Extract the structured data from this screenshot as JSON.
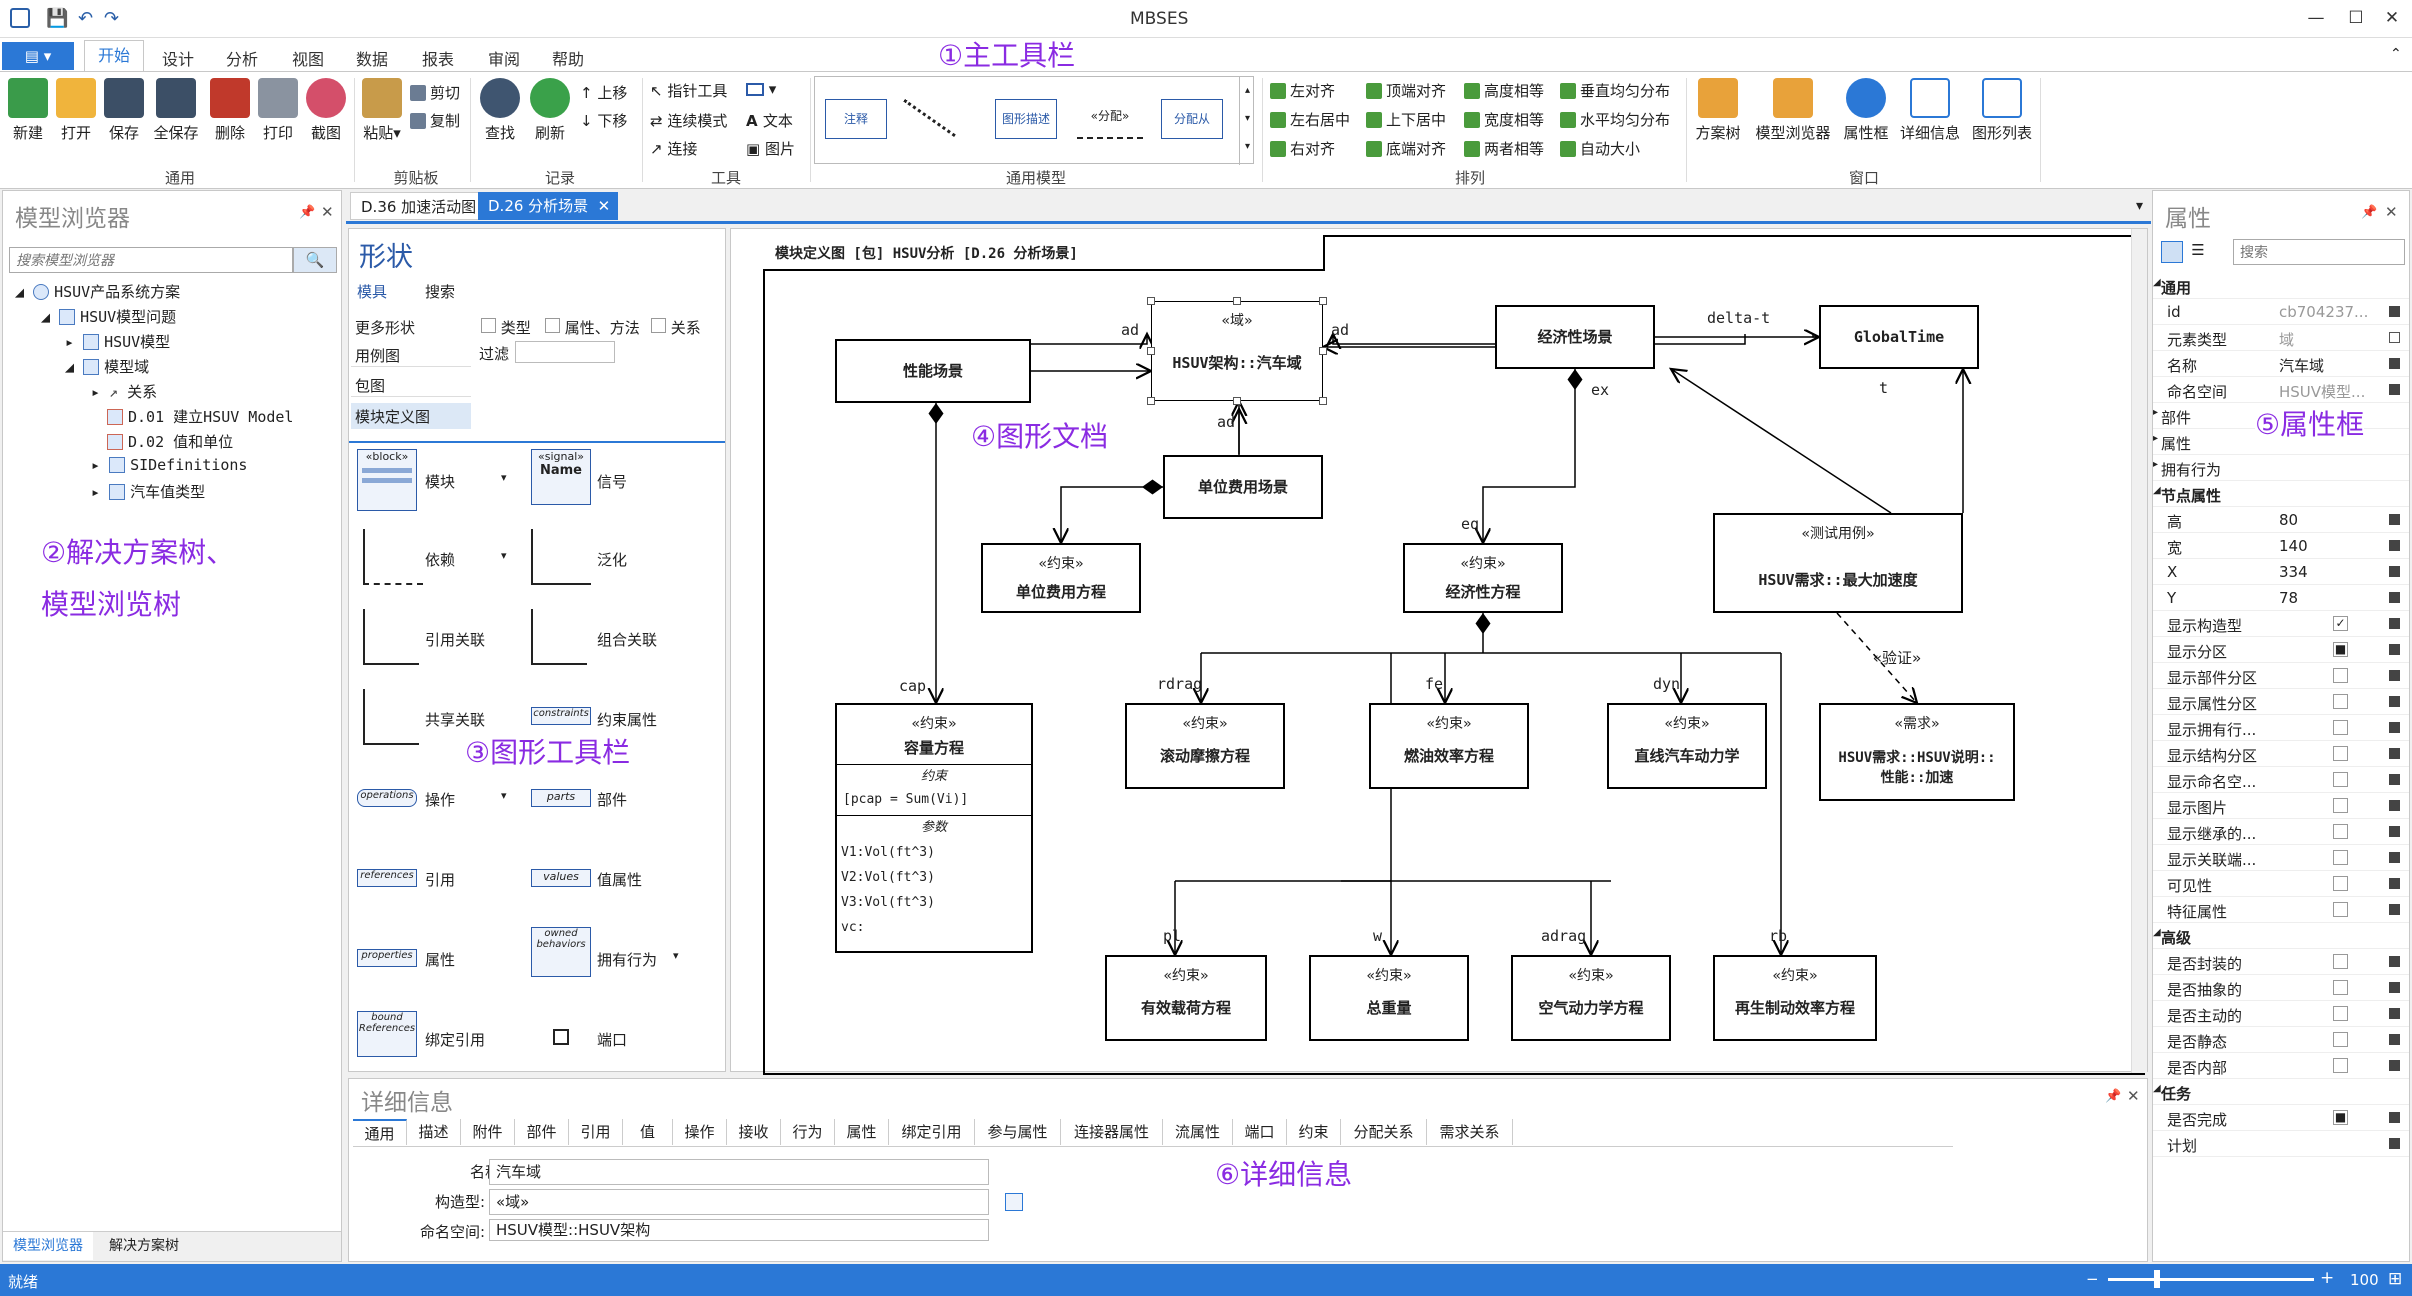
{
  "window": {
    "title": "MBSES"
  },
  "menu": {
    "file": "",
    "tabs": [
      "开始",
      "设计",
      "分析",
      "视图",
      "数据",
      "报表",
      "审阅",
      "帮助"
    ]
  },
  "ribbon": {
    "general": {
      "buttons": [
        "新建",
        "打开",
        "保存",
        "全保存",
        "删除",
        "打印",
        "截图"
      ],
      "group": "通用"
    },
    "clipboard": {
      "paste": "粘贴",
      "cut": "剪切",
      "copy": "复制",
      "group": "剪贴板"
    },
    "record": {
      "find": "查找",
      "refresh": "刷新",
      "up": "上移",
      "down": "下移",
      "group": "记录"
    },
    "tools": {
      "pointer": "指针工具",
      "connect_mode": "连续模式",
      "connect": "连接",
      "text": "文本",
      "image": "图片",
      "group": "工具"
    },
    "models": {
      "items": [
        "注释",
        "",
        "图形描述",
        "«分配»",
        "分配从"
      ],
      "group": "通用模型"
    },
    "arrange": {
      "col1": [
        "左对齐",
        "左右居中",
        "右对齐"
      ],
      "col2": [
        "顶端对齐",
        "上下居中",
        "底端对齐"
      ],
      "col3": [
        "高度相等",
        "宽度相等",
        "两者相等"
      ],
      "col4": [
        "垂直均匀分布",
        "水平均匀分布",
        "自动大小"
      ],
      "group": "排列"
    },
    "window": {
      "buttons": [
        "方案树",
        "模型浏览器",
        "属性框",
        "详细信息",
        "图形列表"
      ],
      "group": "窗口"
    }
  },
  "annotations": {
    "a1": "①主工具栏",
    "a2": "②解决方案树、",
    "a2b": "模型浏览树",
    "a3": "③图形工具栏",
    "a4": "④图形文档",
    "a5": "⑤属性框",
    "a6": "⑥详细信息"
  },
  "browser": {
    "title": "模型浏览器",
    "search_placeholder": "搜索模型浏览器",
    "tree": [
      "HSUV产品系统方案",
      "HSUV模型问题",
      "HSUV模型",
      "模型域",
      "关系",
      "D.01 建立HSUV Model",
      "D.02 值和单位",
      "SIDefinitions",
      "汽车值类型"
    ],
    "bottom_tabs": [
      "模型浏览器",
      "解决方案树"
    ]
  },
  "doc_tabs": [
    "D.36 加速活动图",
    "D.26 分析场景"
  ],
  "shapes_panel": {
    "title": "形状",
    "tabs": [
      "模具",
      "搜索"
    ],
    "more": "更多形状",
    "checks": [
      "类型",
      "属性、方法",
      "关系"
    ],
    "filter": "过滤",
    "categories": [
      "用例图",
      "包图",
      "模块定义图"
    ],
    "tools": [
      [
        "模块",
        "信号"
      ],
      [
        "依赖",
        "泛化"
      ],
      [
        "引用关联",
        "组合关联"
      ],
      [
        "共享关联",
        "约束属性"
      ],
      [
        "操作",
        "部件"
      ],
      [
        "引用",
        "值属性"
      ],
      [
        "属性",
        "拥有行为"
      ],
      [
        "绑定引用",
        "端口"
      ]
    ],
    "icon_labels": {
      "block": "«block»",
      "signal": "«signal»",
      "name": "Name",
      "constraints": "constraints",
      "operations": "operations",
      "parts": "parts",
      "references": "references",
      "values": "values",
      "properties": "properties",
      "owned": "owned behaviors",
      "bound": "bound References"
    }
  },
  "diagram": {
    "header": "模块定义图 [包] HSUV分析 [D.26 分析场景]",
    "blocks": {
      "perf": "性能场景",
      "arch_st": "«域»",
      "arch": "HSUV架构::汽车域",
      "econ": "经济性场景",
      "gt": "GlobalTime",
      "unit": "单位费用场景",
      "unit_eq_st": "«约束»",
      "unit_eq": "单位费用方程",
      "econ_eq_st": "«约束»",
      "econ_eq": "经济性方程",
      "tc_st": "«测试用例»",
      "tc": "HSUV需求::最大加速度",
      "cap_st": "«约束»",
      "cap": "容量方程",
      "cap_c": "约束",
      "cap_expr": "[pcap = Sum(Vi)]",
      "cap_p": "参数",
      "cap_params": [
        "V1:Vol(ft^3)",
        "V2:Vol(ft^3)",
        "V3:Vol(ft^3)",
        "vc:"
      ],
      "roll_st": "«约束»",
      "roll": "滚动摩擦方程",
      "fuel_st": "«约束»",
      "fuel": "燃油效率方程",
      "dyn_st": "«约束»",
      "dyn": "直线汽车动力学",
      "req_st": "«需求»",
      "req1": "HSUV需求::HSUV说明::",
      "req2": "性能::加速",
      "pl_st": "«约束»",
      "pl": "有效载荷方程",
      "w_st": "«约束»",
      "w": "总重量",
      "aero_st": "«约束»",
      "aero": "空气动力学方程",
      "regen_st": "«约束»",
      "regen": "再生制动效率方程"
    },
    "labels": {
      "ad1": "ad",
      "ad2": "ad",
      "ad3": "ad",
      "delta": "delta-t",
      "ex": "ex",
      "t": "t",
      "eq": "eq",
      "cap": "cap",
      "rdrag": "rdrag",
      "fe": "fe",
      "dyn": "dyn",
      "verify": "«验证»",
      "pl": "pl",
      "w": "w",
      "adrag": "adrag",
      "rb": "rb"
    }
  },
  "details": {
    "title": "详细信息",
    "tabs": [
      "通用",
      "描述",
      "附件",
      "部件",
      "引用",
      "值",
      "操作",
      "接收",
      "行为",
      "属性",
      "绑定引用",
      "参与属性",
      "连接器属性",
      "流属性",
      "端口",
      "约束",
      "分配关系",
      "需求关系"
    ],
    "name_label": "名称:",
    "name": "汽车域",
    "stereo_label": "构造型:",
    "stereo": "«域»",
    "ns_label": "命名空间:",
    "ns": "HSUV模型::HSUV架构"
  },
  "properties": {
    "title": "属性",
    "search_placeholder": "搜索",
    "rows": [
      [
        "cat",
        "通用"
      ],
      [
        "row",
        "id",
        "cb704237...",
        "sq"
      ],
      [
        "row",
        "元素类型",
        "域",
        "box"
      ],
      [
        "row",
        "名称",
        "汽车域",
        "sq"
      ],
      [
        "row",
        "命名空间",
        "HSUV模型...",
        "sq"
      ],
      [
        "cat2",
        "部件"
      ],
      [
        "cat2",
        "属性"
      ],
      [
        "cat2",
        "拥有行为"
      ],
      [
        "cat",
        "节点属性"
      ],
      [
        "row",
        "高",
        "80",
        "sq"
      ],
      [
        "row",
        "宽",
        "140",
        "sq"
      ],
      [
        "row",
        "X",
        "334",
        "sq"
      ],
      [
        "row",
        "Y",
        "78",
        "sq"
      ],
      [
        "row",
        "显示构造型",
        "✓",
        "sq"
      ],
      [
        "row",
        "显示分区",
        "■",
        "sq"
      ],
      [
        "row",
        "显示部件分区",
        "",
        "sq"
      ],
      [
        "row",
        "显示属性分区",
        "",
        "sq"
      ],
      [
        "row",
        "显示拥有行...",
        "",
        "sq"
      ],
      [
        "row",
        "显示结构分区",
        "",
        "sq"
      ],
      [
        "row",
        "显示命名空...",
        "",
        "sq"
      ],
      [
        "row",
        "显示图片",
        "",
        "sq"
      ],
      [
        "row",
        "显示继承的...",
        "",
        "sq"
      ],
      [
        "row",
        "显示关联端...",
        "",
        "sq"
      ],
      [
        "row",
        "可见性",
        "",
        "sq"
      ],
      [
        "row",
        "特征属性",
        "",
        "sq"
      ],
      [
        "cat",
        "高级"
      ],
      [
        "row",
        "是否封装的",
        "",
        "sq"
      ],
      [
        "row",
        "是否抽象的",
        "",
        "sq"
      ],
      [
        "row",
        "是否主动的",
        "",
        "sq"
      ],
      [
        "row",
        "是否静态",
        "",
        "sq"
      ],
      [
        "row",
        "是否内部",
        "",
        "sq"
      ],
      [
        "cat",
        "任务"
      ],
      [
        "row",
        "是否完成",
        "■",
        "sq"
      ],
      [
        "row",
        "计划",
        "",
        "sq"
      ]
    ]
  },
  "status": {
    "text": "就绪",
    "zoom": "100"
  }
}
